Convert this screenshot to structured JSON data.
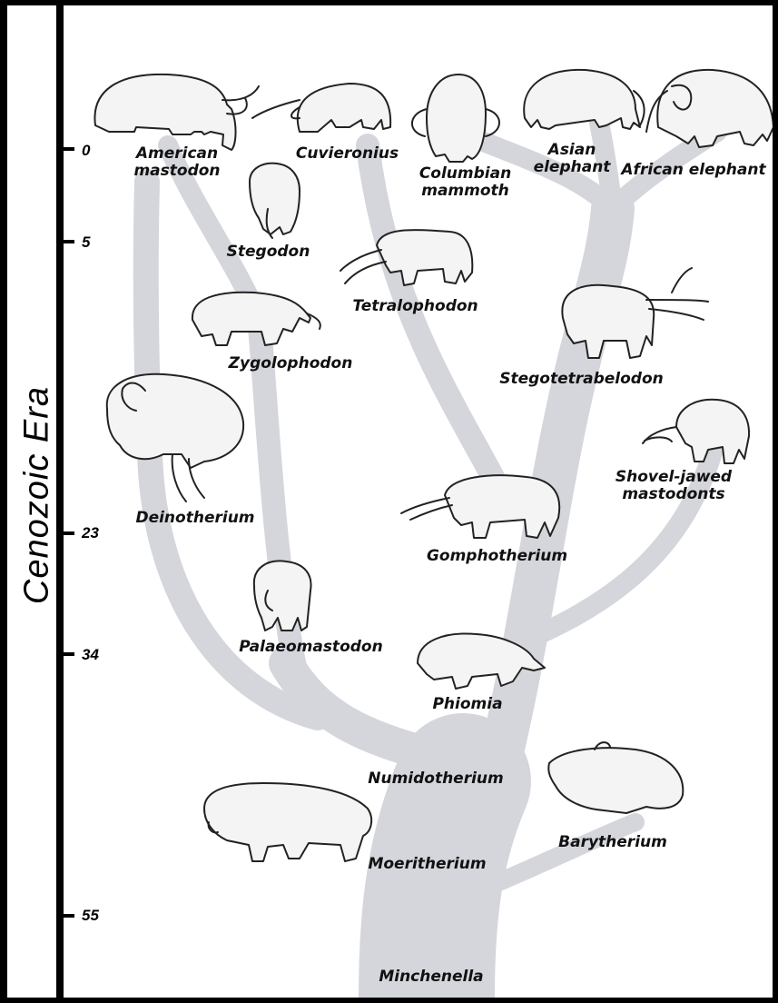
{
  "axis": {
    "title": "Cenozoic Era",
    "ticks": [
      {
        "label": "0",
        "value": 0
      },
      {
        "label": "5",
        "value": 5
      },
      {
        "label": "23",
        "value": 23
      },
      {
        "label": "34",
        "value": 34
      },
      {
        "label": "55",
        "value": 55
      }
    ]
  },
  "colors": {
    "branch": "#d4d6dc",
    "axis": "#000000",
    "text": "#111111",
    "animal_fill": "#f4f4f4",
    "animal_stroke": "#222222"
  },
  "taxa": {
    "american_mastodon": "American\nmastodon",
    "cuvieronius": "Cuvieronius",
    "columbian_mammoth": "Columbian\nmammoth",
    "asian_elephant": "Asian elephant",
    "african_elephant": "African elephant",
    "stegodon": "Stegodon",
    "tetralophodon": "Tetralophodon",
    "zygolophodon": "Zygolophodon",
    "stegotetrabelodon": "Stegotetrabelodon",
    "shovel_jawed_mastodonts": "Shovel-jawed\nmastodonts",
    "deinotherium": "Deinotherium",
    "gomphotherium": "Gomphotherium",
    "palaeomastodon": "Palaeomastodon",
    "phiomia": "Phiomia",
    "numidotherium": "Numidotherium",
    "barytherium": "Barytherium",
    "moeritherium": "Moeritherium",
    "minchenella": "Minchenella"
  },
  "illustrations": [
    {
      "taxon": "american_mastodon",
      "icon": "mastodon-illustration"
    },
    {
      "taxon": "cuvieronius",
      "icon": "cuvieronius-illustration"
    },
    {
      "taxon": "columbian_mammoth",
      "icon": "mammoth-illustration"
    },
    {
      "taxon": "asian_elephant",
      "icon": "asian-elephant-illustration"
    },
    {
      "taxon": "african_elephant",
      "icon": "african-elephant-illustration"
    },
    {
      "taxon": "stegodon",
      "icon": "stegodon-illustration"
    },
    {
      "taxon": "tetralophodon",
      "icon": "tetralophodon-illustration"
    },
    {
      "taxon": "zygolophodon",
      "icon": "zygolophodon-illustration"
    },
    {
      "taxon": "stegotetrabelodon",
      "icon": "stegotetrabelodon-illustration"
    },
    {
      "taxon": "shovel_jawed_mastodonts",
      "icon": "shovel-jawed-mastodont-illustration"
    },
    {
      "taxon": "deinotherium",
      "icon": "deinotherium-illustration"
    },
    {
      "taxon": "gomphotherium",
      "icon": "gomphotherium-illustration"
    },
    {
      "taxon": "palaeomastodon",
      "icon": "palaeomastodon-illustration"
    },
    {
      "taxon": "phiomia",
      "icon": "phiomia-illustration"
    },
    {
      "taxon": "barytherium",
      "icon": "barytherium-illustration"
    },
    {
      "taxon": "moeritherium",
      "icon": "moeritherium-illustration"
    }
  ]
}
